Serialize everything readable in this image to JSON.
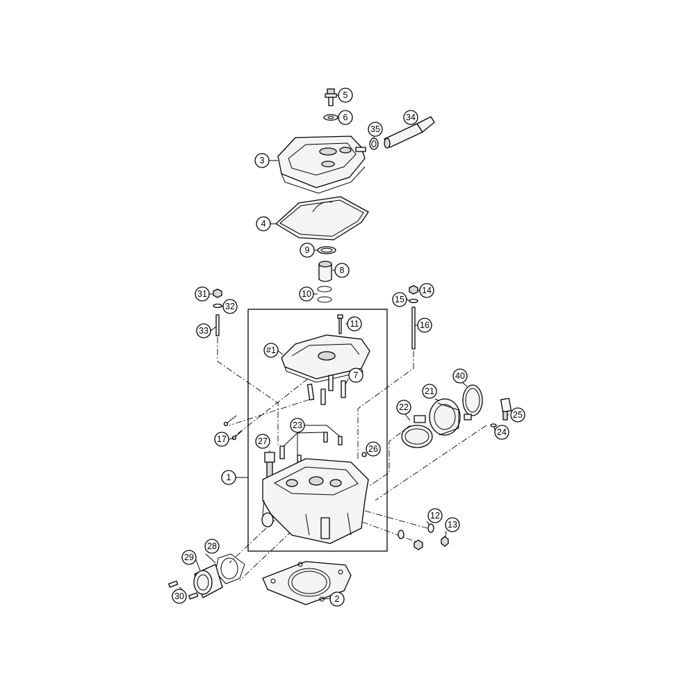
{
  "callouts": [
    {
      "id": "c5",
      "label": "5"
    },
    {
      "id": "c6",
      "label": "6"
    },
    {
      "id": "c35",
      "label": "35"
    },
    {
      "id": "c34",
      "label": "34"
    },
    {
      "id": "c3",
      "label": "3"
    },
    {
      "id": "c4",
      "label": "4"
    },
    {
      "id": "c9",
      "label": "9"
    },
    {
      "id": "c8",
      "label": "8"
    },
    {
      "id": "c10",
      "label": "10"
    },
    {
      "id": "c31",
      "label": "31"
    },
    {
      "id": "c32",
      "label": "32"
    },
    {
      "id": "c33",
      "label": "33"
    },
    {
      "id": "c14",
      "label": "14"
    },
    {
      "id": "c15",
      "label": "15"
    },
    {
      "id": "c16",
      "label": "16"
    },
    {
      "id": "c11",
      "label": "11"
    },
    {
      "id": "c1hash",
      "label": "#1"
    },
    {
      "id": "c7",
      "label": "7"
    },
    {
      "id": "c40",
      "label": "40"
    },
    {
      "id": "c21",
      "label": "21"
    },
    {
      "id": "c22",
      "label": "22"
    },
    {
      "id": "c25",
      "label": "25"
    },
    {
      "id": "c24",
      "label": "24"
    },
    {
      "id": "c17",
      "label": "17"
    },
    {
      "id": "c23",
      "label": "23"
    },
    {
      "id": "c27",
      "label": "27"
    },
    {
      "id": "c26",
      "label": "26"
    },
    {
      "id": "c1",
      "label": "1"
    },
    {
      "id": "c12",
      "label": "12"
    },
    {
      "id": "c13",
      "label": "13"
    },
    {
      "id": "c28",
      "label": "28"
    },
    {
      "id": "c29",
      "label": "29"
    },
    {
      "id": "c30",
      "label": "30"
    },
    {
      "id": "c2",
      "label": "2"
    }
  ]
}
